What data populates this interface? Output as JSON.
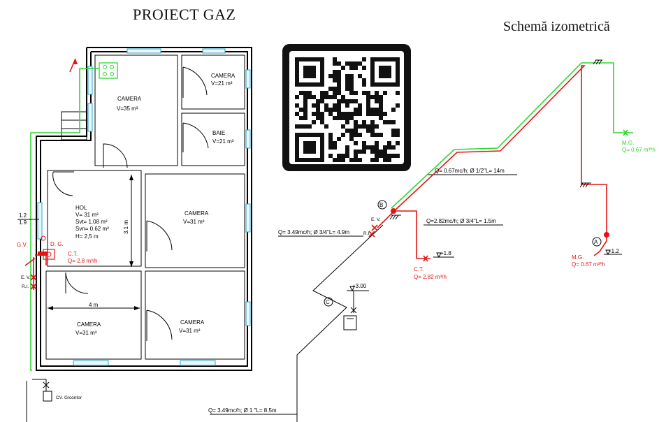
{
  "titles": {
    "main": "PROIECT GAZ",
    "iso": "Schemă izometrică"
  },
  "rooms": [
    {
      "name": "CAMERA",
      "volume": "V=35 m³"
    },
    {
      "name": "CAMERA",
      "volume": "V=21 m³"
    },
    {
      "name": "BAIE",
      "volume": "V=21 m³"
    },
    {
      "name": "CAMERA",
      "volume": "V=31 m³"
    },
    {
      "name": "CAMERA",
      "volume": "V=31 m³"
    },
    {
      "name": "CAMERA",
      "volume": "V=31 m³"
    }
  ],
  "hol": {
    "name": "HOL",
    "lines": [
      "V=  31 m³",
      "Svt= 1.08 m²",
      "Svn= 0.62 m²",
      "H= 2,5 m"
    ]
  },
  "dims": {
    "width": "4 m",
    "height": "3.1 m"
  },
  "plan_labels": {
    "level_top": "1.2",
    "level_bottom": "1.9",
    "gv": "G.V.",
    "dg": "D. G.",
    "ct": "C.T.",
    "ct_flow": "Q= 2.8 m³/h",
    "ev": "E. V.",
    "ri": "R.I.",
    "meter": "CV. G/contor"
  },
  "iso": {
    "segments": {
      "seg1": "Q= 0.67mc/h;  Ø  1/2\"L= 14m",
      "seg2": "Q= 3.49mc/h;  Ø 3/4\"L= 4.9m",
      "seg3": "Q=2.82mc/h;  Ø  3/4\"L= 1.5m",
      "seg4": "Q= 3.49mc/h;  Ø 1 \"L= 8.5m"
    },
    "nodes": {
      "a": "A",
      "b": "B",
      "c": "C"
    },
    "levels": {
      "p18": "+1.8",
      "p300": "+3.00",
      "m12": "-1.2"
    },
    "mg_top": "M.G.",
    "mg_top_flow": "Q= 0.67 m³*h",
    "mg_bottom": "M.G.",
    "mg_bottom_flow": "Q= 0.67 m³*h",
    "ct": "C.T.",
    "ct_flow": "Q= 2.82 m³/h",
    "ev": "E. V.",
    "ri": "R.I."
  }
}
